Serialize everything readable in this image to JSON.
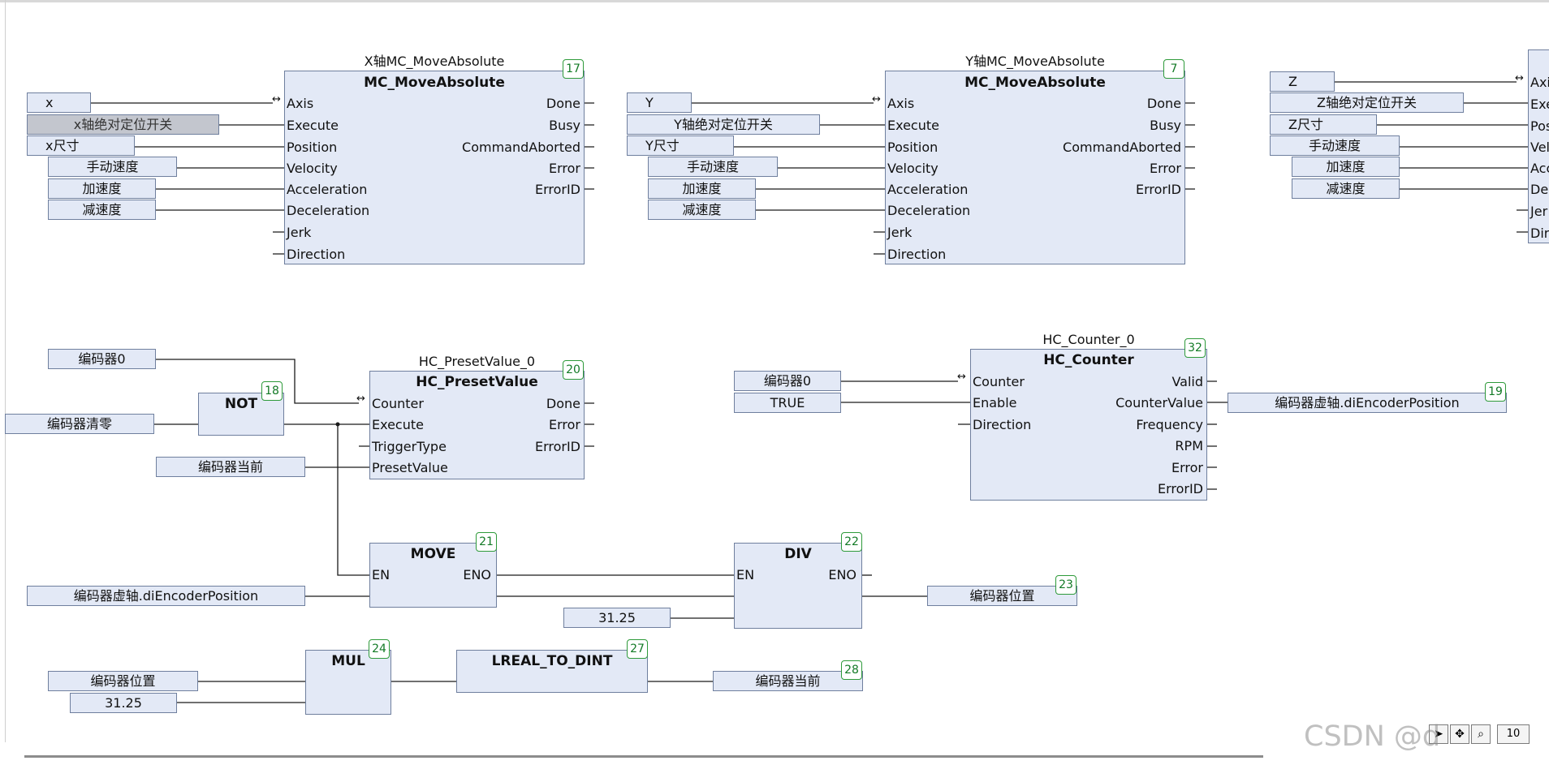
{
  "blocks": [
    {
      "id": "x_move",
      "instance": "X轴MC_MoveAbsolute",
      "type": "MC_MoveAbsolute",
      "exec_order": "17",
      "inputs": [
        "Axis",
        "Execute",
        "Position",
        "Velocity",
        "Acceleration",
        "Deceleration",
        "Jerk",
        "Direction"
      ],
      "outputs": [
        "Done",
        "Busy",
        "CommandAborted",
        "Error",
        "ErrorID"
      ]
    },
    {
      "id": "y_move",
      "instance": "Y轴MC_MoveAbsolute",
      "type": "MC_MoveAbsolute",
      "exec_order": "7",
      "inputs": [
        "Axis",
        "Execute",
        "Position",
        "Velocity",
        "Acceleration",
        "Deceleration",
        "Jerk",
        "Direction"
      ],
      "outputs": [
        "Done",
        "Busy",
        "CommandAborted",
        "Error",
        "ErrorID"
      ]
    },
    {
      "id": "z_move",
      "partial_inputs": [
        "Axi",
        "Exe",
        "Pos",
        "Vel",
        "Acc",
        "Dec",
        "Jer",
        "Dir"
      ]
    },
    {
      "id": "preset",
      "instance": "HC_PresetValue_0",
      "type": "HC_PresetValue",
      "exec_order": "20",
      "inputs": [
        "Counter",
        "Execute",
        "TriggerType",
        "PresetValue"
      ],
      "outputs": [
        "Done",
        "Error",
        "ErrorID"
      ]
    },
    {
      "id": "counter",
      "instance": "HC_Counter_0",
      "type": "HC_Counter",
      "exec_order": "32",
      "inputs": [
        "Counter",
        "Enable",
        "Direction"
      ],
      "outputs": [
        "Valid",
        "CounterValue",
        "Frequency",
        "RPM",
        "Error",
        "ErrorID"
      ]
    },
    {
      "id": "not",
      "type": "NOT",
      "exec_order": "18"
    },
    {
      "id": "move",
      "type": "MOVE",
      "exec_order": "21",
      "inputs": [
        "EN"
      ],
      "outputs": [
        "ENO"
      ]
    },
    {
      "id": "div",
      "type": "DIV",
      "exec_order": "22",
      "inputs": [
        "EN"
      ],
      "outputs": [
        "ENO"
      ]
    },
    {
      "id": "mul",
      "type": "MUL",
      "exec_order": "24"
    },
    {
      "id": "conv",
      "type": "LREAL_TO_DINT",
      "exec_order": "27"
    }
  ],
  "variables": {
    "x_axis": "x",
    "x_exec": "x轴绝对定位开关",
    "x_pos": "x尺寸",
    "x_vel": "手动速度",
    "x_acc": "加速度",
    "x_dec": "减速度",
    "y_axis": "Y",
    "y_exec": "Y轴绝对定位开关",
    "y_pos": "Y尺寸",
    "y_vel": "手动速度",
    "y_acc": "加速度",
    "y_dec": "减速度",
    "z_axis": "Z",
    "z_exec": "Z轴绝对定位开关",
    "z_pos": "Z尺寸",
    "z_vel": "手动速度",
    "z_acc": "加速度",
    "z_dec": "减速度",
    "enc0_a": "编码器0",
    "enc_clear": "编码器清零",
    "enc_cur_in": "编码器当前",
    "enc0_b": "编码器0",
    "true_const": "TRUE",
    "enc_virtual_out": "编码器虚轴.diEncoderPosition",
    "enc_virtual_out_order": "19",
    "enc_virtual_in": "编码器虚轴.diEncoderPosition",
    "div_const": "31.25",
    "enc_pos_out": "编码器位置",
    "enc_pos_out_order": "23",
    "enc_pos_in": "编码器位置",
    "mul_const": "31.25",
    "enc_cur_out": "编码器当前",
    "enc_cur_out_order": "28"
  },
  "watermark": "CSDN @d",
  "toolbar": {
    "pointer_icon": "pointer-icon",
    "hand_icon": "pan-icon",
    "zoom_icon": "zoom-icon",
    "zoom_value": "10"
  }
}
